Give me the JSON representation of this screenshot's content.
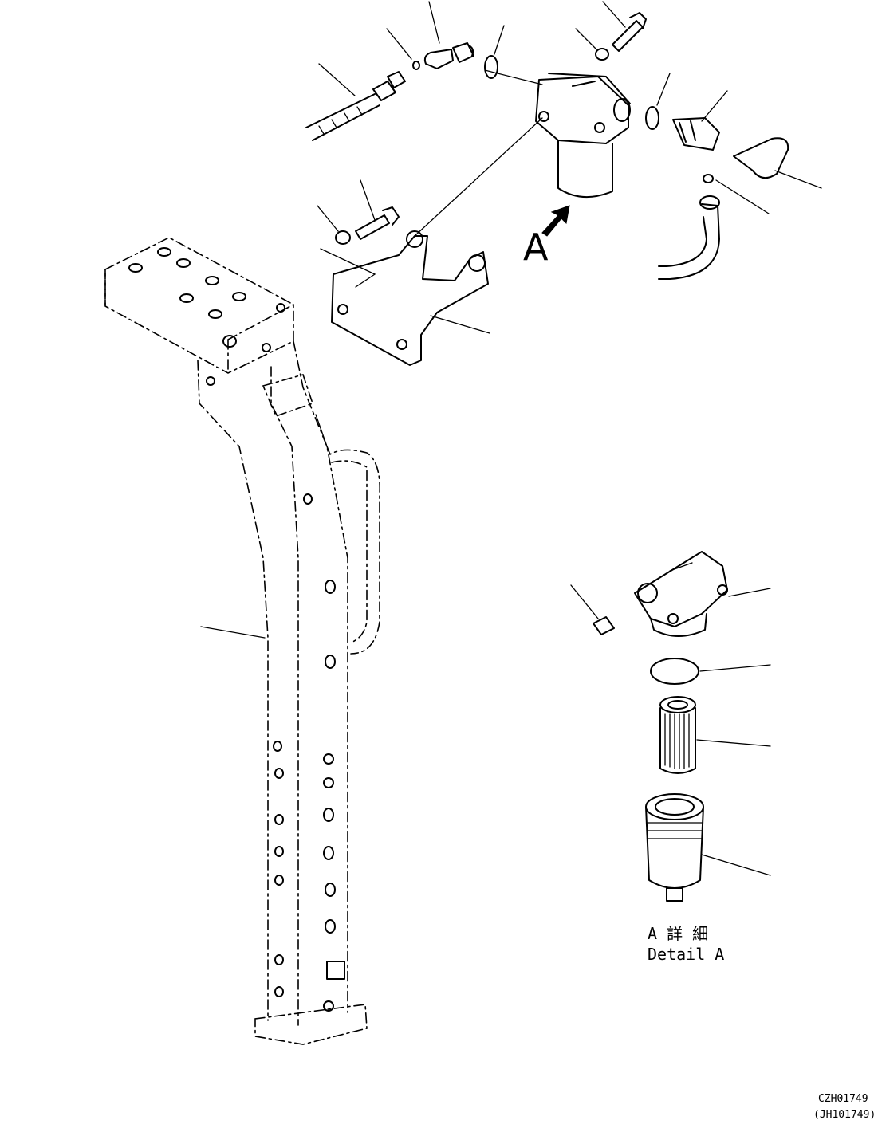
{
  "view_label": "A",
  "detail_title_jp": "A 詳 細",
  "detail_title_en": "Detail A",
  "drawing_code": "CZH01749",
  "drawing_code_alt": "(JH101749)"
}
